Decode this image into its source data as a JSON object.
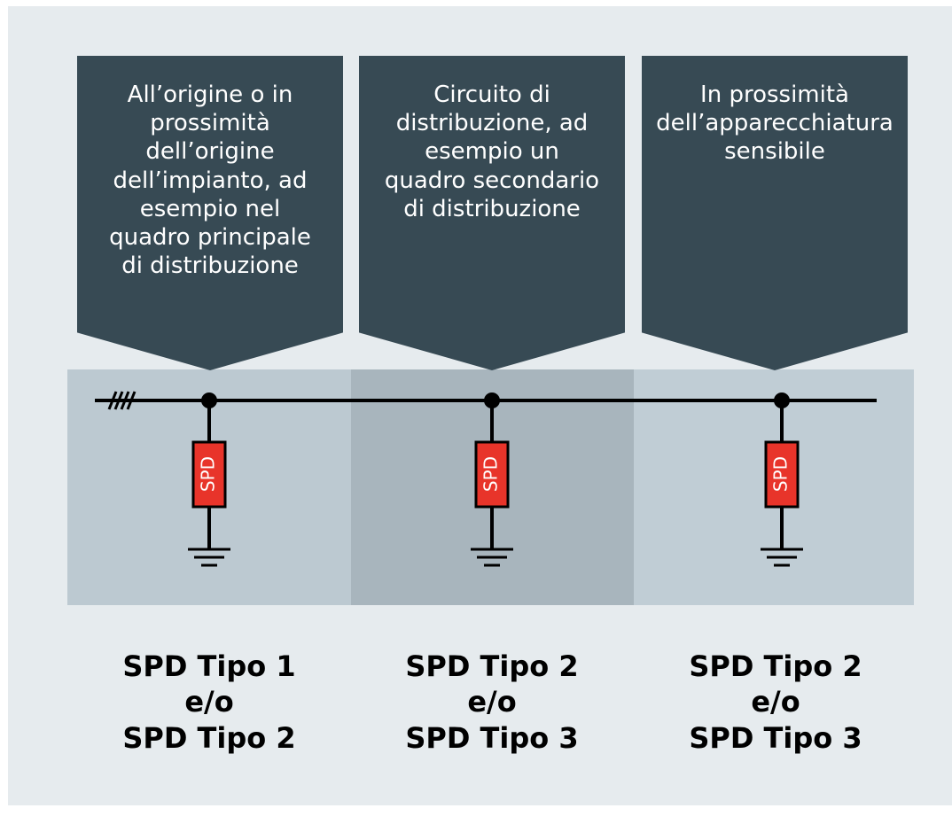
{
  "colors": {
    "background": "#e6ebee",
    "callout": "#374a54",
    "zone_light": "#bcc9d1",
    "zone_dark": "#a8b5bd",
    "zone_mid": "#c0cdd5",
    "spd_red": "#e8342a",
    "line": "#000000"
  },
  "callouts": [
    {
      "text": "All’origine o in prossimità dell’origine dell’impianto, ad esempio nel quadro principale di distribuzione",
      "lines": [
        "All’origine o in",
        "prossimità",
        "dell’origine",
        "dell’impianto, ad",
        "esempio nel",
        "quadro principale",
        "di distribuzione"
      ]
    },
    {
      "text": "Circuito di distribuzione, ad esempio un quadro secondario di distribuzione",
      "lines": [
        "Circuito di",
        "distribuzione, ad",
        "esempio un",
        "quadro secondario",
        "di distribuzione"
      ]
    },
    {
      "text": "In prossimità dell’apparecchiatura sensibile",
      "lines": [
        "In prossimità",
        "dell’apparecchiatura",
        "sensibile"
      ]
    }
  ],
  "spd_label": "SPD",
  "phase_marker": "///",
  "types": [
    {
      "line1": "SPD Tipo 1",
      "line2": "e/o",
      "line3": "SPD Tipo 2"
    },
    {
      "line1": "SPD Tipo 2",
      "line2": "e/o",
      "line3": "SPD Tipo 3"
    },
    {
      "line1": "SPD Tipo 2",
      "line2": "e/o",
      "line3": "SPD Tipo 3"
    }
  ]
}
